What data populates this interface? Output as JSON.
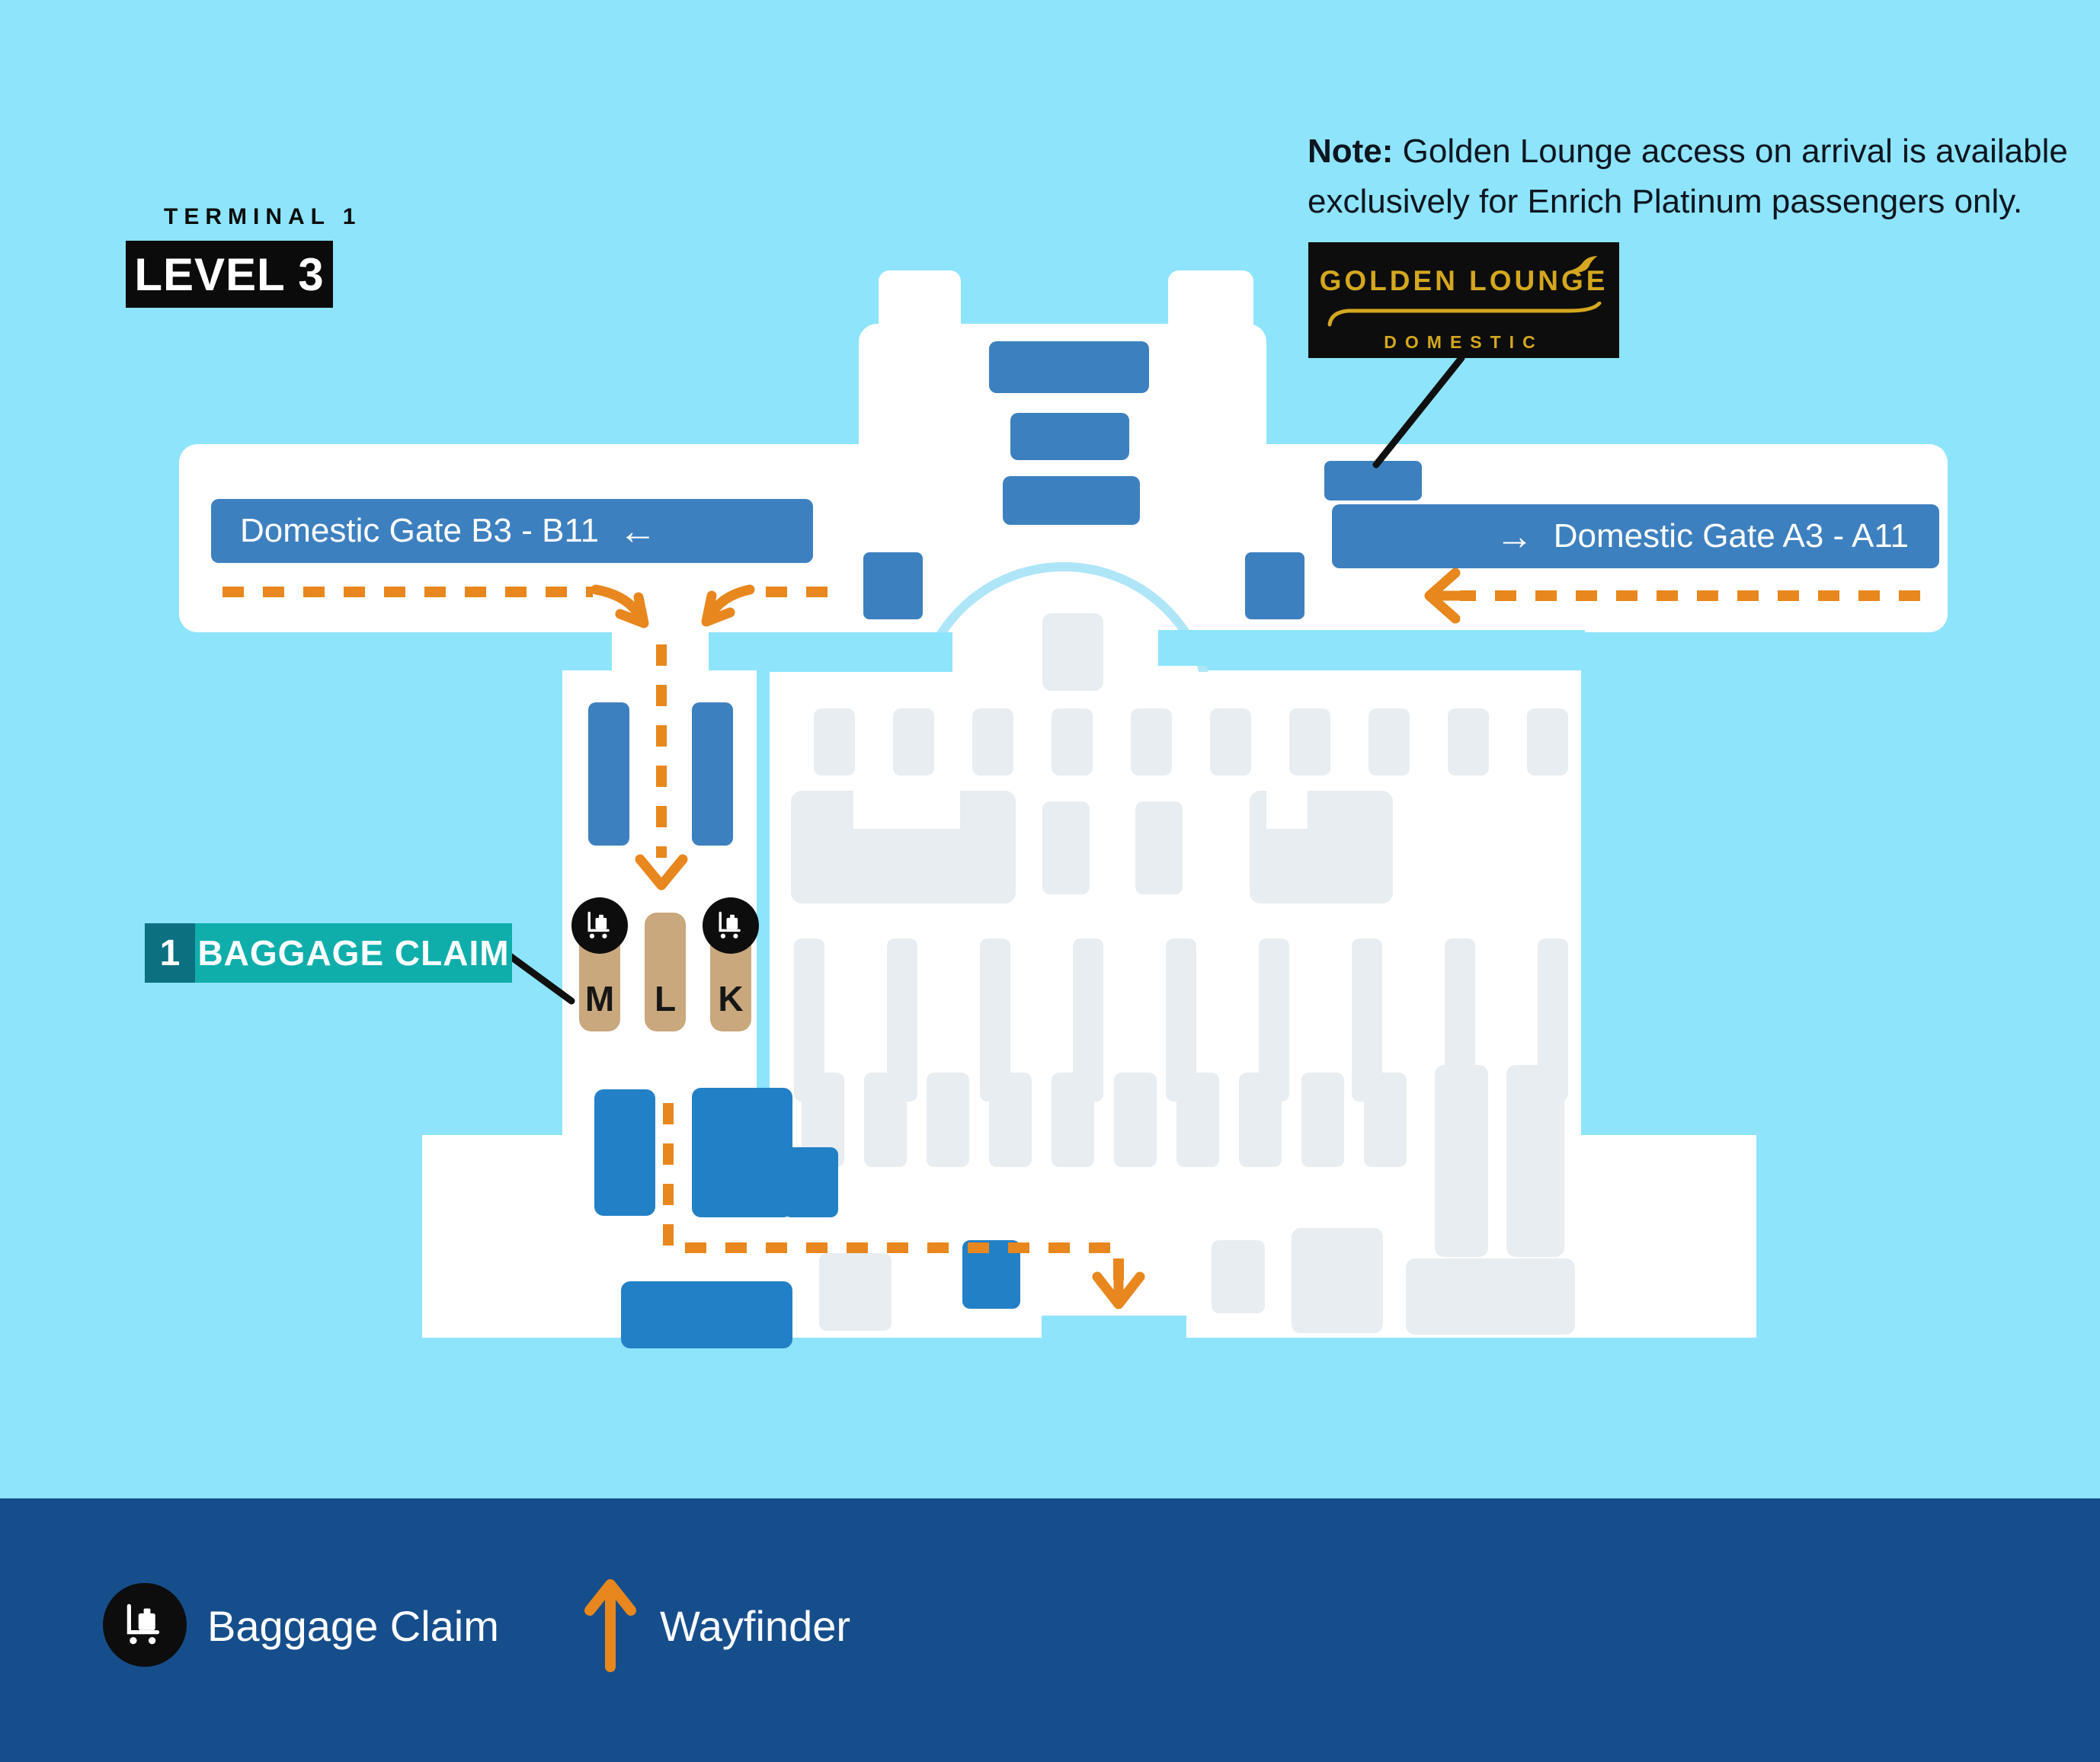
{
  "header": {
    "terminal": "TERMINAL 1",
    "level": "LEVEL 3"
  },
  "note": {
    "label": "Note:",
    "text": " Golden Lounge access on arrival is available exclusively for Enrich Platinum passengers only."
  },
  "lounge": {
    "title": "GOLDEN LOUNGE",
    "subtitle": "DOMESTIC"
  },
  "gates": {
    "b": {
      "label": "Domestic Gate B3 - B11",
      "arrow": "←"
    },
    "a": {
      "label": "Domestic Gate A3 - A11",
      "arrow": "→"
    }
  },
  "baggage": {
    "index": "1",
    "label": "BAGGAGE CLAIM",
    "belts": [
      "M",
      "L",
      "K"
    ]
  },
  "legend": {
    "items": [
      {
        "icon": "baggage-cart-icon",
        "label": "Baggage Claim"
      },
      {
        "icon": "wayfinder-arrow-icon",
        "label": "Wayfinder"
      }
    ]
  },
  "colors": {
    "background": "#8DE4FB",
    "floor": "#FFFFFF",
    "navy": "#164E8C",
    "blue": "#3D80BF",
    "blue_bright": "#2280C6",
    "gray": "#E7EDF1",
    "orange": "#E8871D",
    "tan": "#C9A87E",
    "teal": "#10AEAB",
    "teal_dark": "#0C7080",
    "gold": "#D4A71F",
    "ink": "#0B0B0B",
    "ring": "#AEE6F8"
  }
}
